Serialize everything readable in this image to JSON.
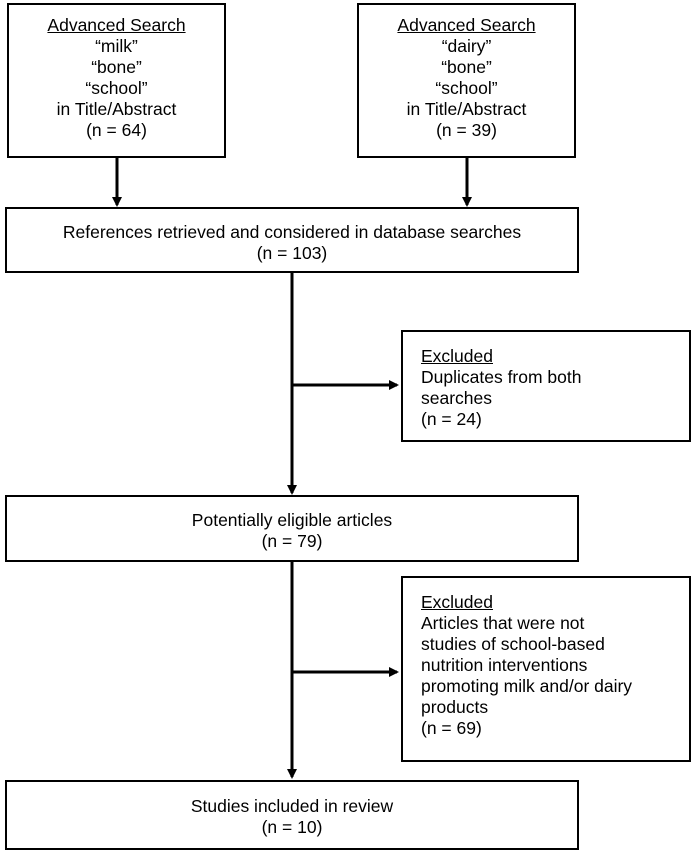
{
  "search_milk": {
    "heading": "Advanced Search",
    "terms": [
      "“milk”",
      "“bone”",
      "“school”"
    ],
    "field": "in Title/Abstract",
    "count": "(n = 64)"
  },
  "search_dairy": {
    "heading": "Advanced Search",
    "terms": [
      "“dairy”",
      "“bone”",
      "“school”"
    ],
    "field": "in Title/Abstract",
    "count": "(n = 39)"
  },
  "retrieved": {
    "text": "References retrieved and considered in database searches",
    "count": "(n = 103)"
  },
  "excluded_duplicates": {
    "heading": "Excluded",
    "lines": [
      "Duplicates from both",
      "searches"
    ],
    "count": "(n = 24)"
  },
  "eligible": {
    "text": "Potentially eligible articles",
    "count": "(n = 79)"
  },
  "excluded_not_relevant": {
    "heading": "Excluded",
    "lines": [
      "Articles that were not",
      "studies of school-based",
      "nutrition interventions",
      "promoting milk and/or dairy",
      "products"
    ],
    "count": "(n = 69)"
  },
  "included": {
    "text": "Studies included in review",
    "count": "(n = 10)"
  }
}
